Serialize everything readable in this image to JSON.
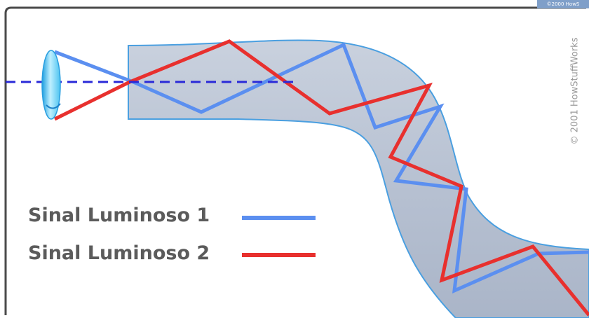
{
  "legend": {
    "items": [
      {
        "label": "Sinal Luminoso 1",
        "color": "#5b8ff0"
      },
      {
        "label": "Sinal Luminoso 2",
        "color": "#e8302e"
      }
    ]
  },
  "copyright": "© 2001 HowStuffWorks",
  "corner_tag": "©2000 HowS",
  "colors": {
    "fiber_fill": "#b9c3d3",
    "fiber_edge": "#4a9fe0",
    "axis_dash": "#2a2ad8",
    "lens": "#35b6ea",
    "frame_border": "#4a4a4a"
  }
}
